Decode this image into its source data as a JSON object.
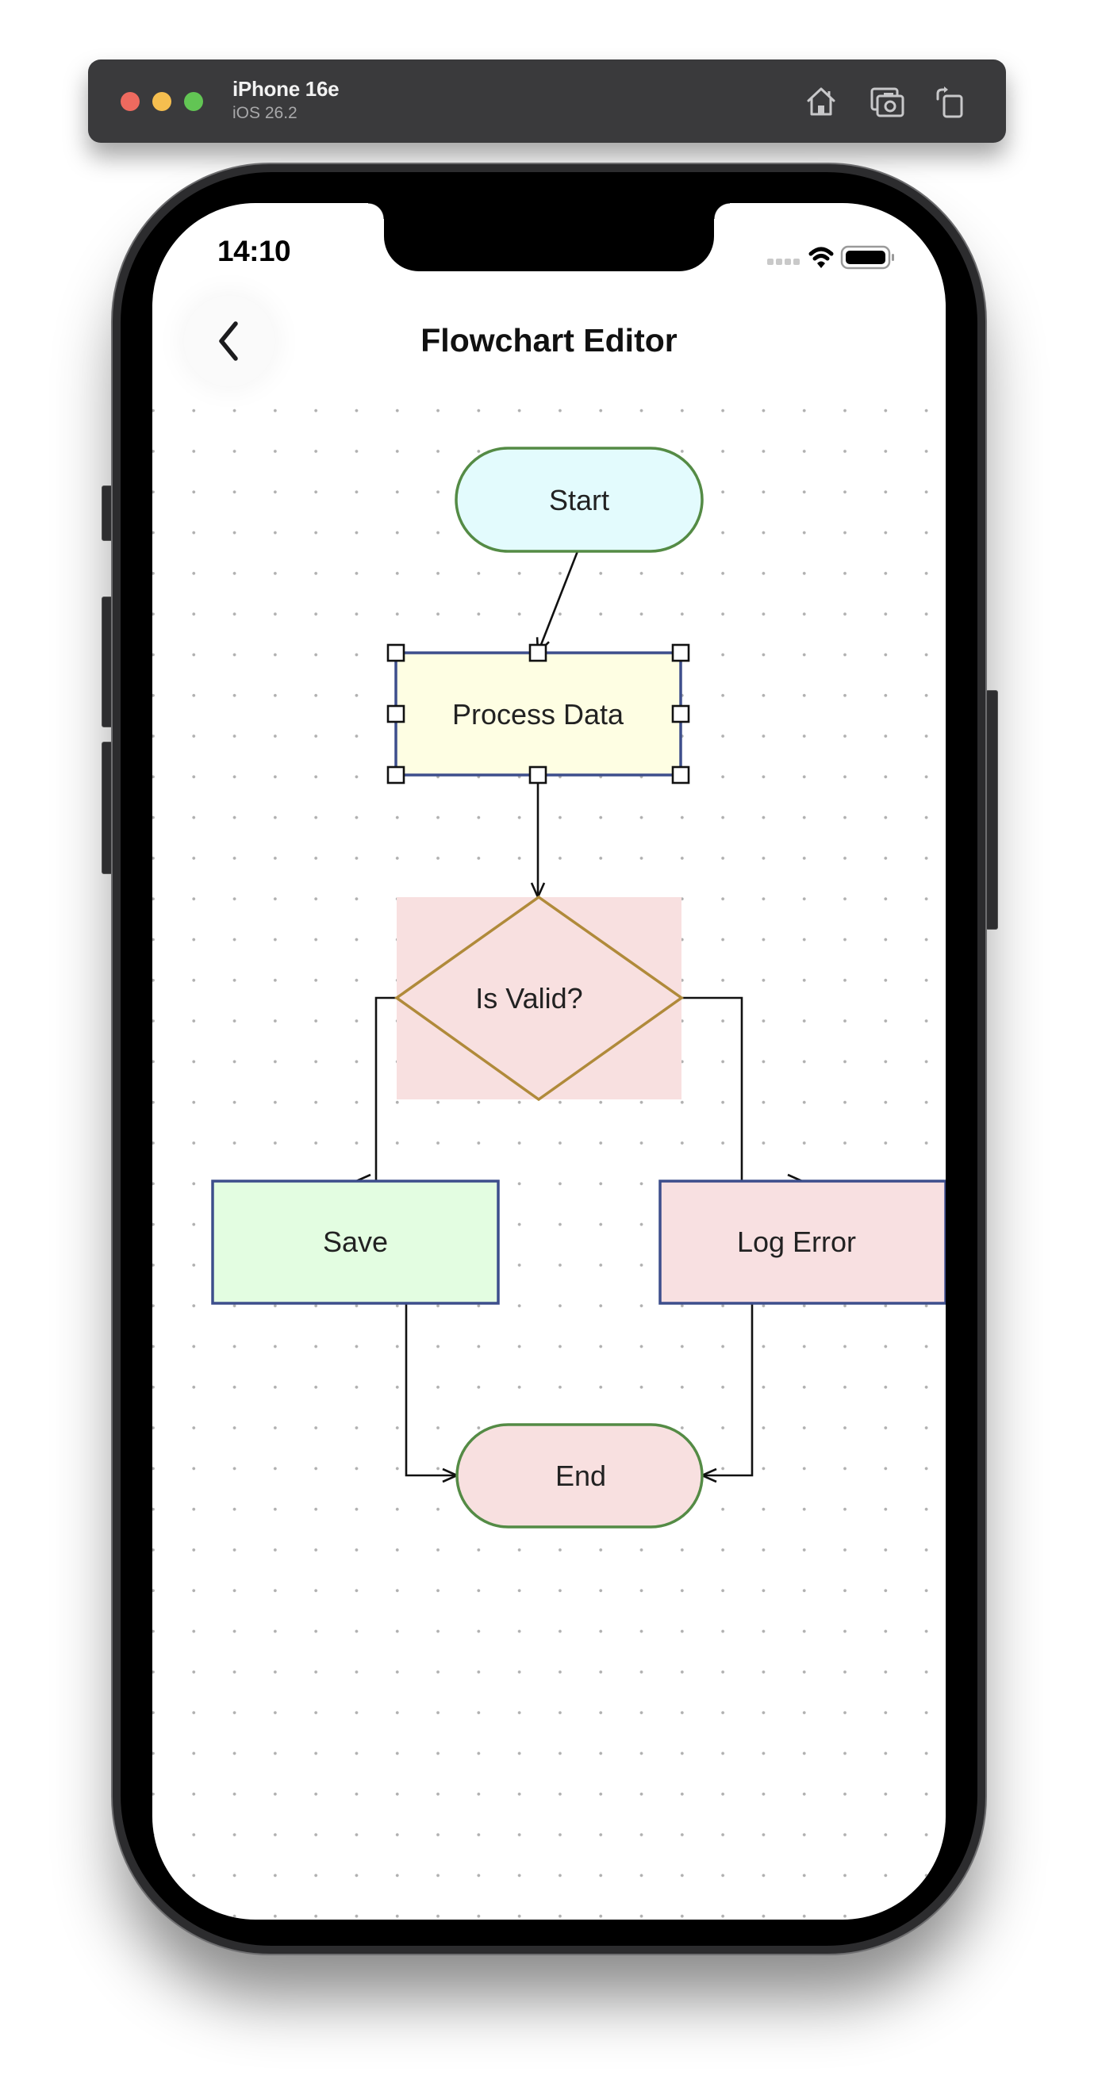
{
  "simulator": {
    "device_name": "iPhone 16e",
    "os_version": "iOS 26.2",
    "toolbar": [
      {
        "icon": "home-icon",
        "label": "Home"
      },
      {
        "icon": "screenshot-icon",
        "label": "Screenshot"
      },
      {
        "icon": "rotate-icon",
        "label": "Rotate"
      }
    ]
  },
  "status_bar": {
    "time": "14:10",
    "signal_icon": "cellular-signal-icon",
    "wifi_icon": "wifi-icon",
    "battery_icon": "battery-icon"
  },
  "nav": {
    "title": "Flowchart Editor",
    "back_icon": "chevron-left-icon"
  },
  "colors": {
    "terminal_stroke": "#548b45",
    "process_stroke": "#3d4e8c",
    "decision_stroke": "#b08a3a",
    "start_fill": "#e3fbfd",
    "process_fill": "#fefee3",
    "decision_fill": "#f8e0e0",
    "save_fill": "#e3fde1",
    "log_fill": "#f8e0e1",
    "end_fill": "#f8e0e0",
    "edge": "#111111",
    "grid_dot": "#b0b0b0"
  },
  "flowchart": {
    "nodes": [
      {
        "id": "start",
        "type": "terminal",
        "label": "Start",
        "fill": "start_fill"
      },
      {
        "id": "process",
        "type": "process",
        "label": "Process Data",
        "fill": "process_fill",
        "selected": true
      },
      {
        "id": "decision",
        "type": "decision",
        "label": "Is Valid?",
        "fill": "decision_fill"
      },
      {
        "id": "save",
        "type": "process",
        "label": "Save",
        "fill": "save_fill"
      },
      {
        "id": "log",
        "type": "process",
        "label": "Log Error",
        "fill": "log_fill"
      },
      {
        "id": "end",
        "type": "terminal",
        "label": "End",
        "fill": "end_fill"
      }
    ],
    "edges": [
      {
        "from": "start",
        "to": "process"
      },
      {
        "from": "process",
        "to": "decision"
      },
      {
        "from": "decision",
        "to": "save"
      },
      {
        "from": "decision",
        "to": "log"
      },
      {
        "from": "save",
        "to": "end"
      },
      {
        "from": "log",
        "to": "end"
      }
    ]
  }
}
